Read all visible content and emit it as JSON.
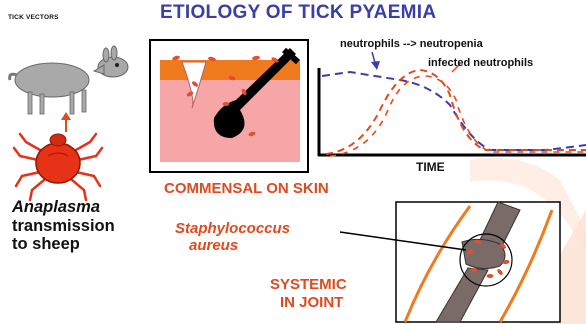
{
  "header": {
    "tick_vectors": "TICK VECTORS",
    "title": "ETIOLOGY OF TICK PYAEMIA"
  },
  "left_caption": {
    "organism": "Anaplasma",
    "line2": "transmission",
    "line3": "to sheep"
  },
  "chart": {
    "series_label_1": "neutrophils --> neutropenia",
    "series_label_2": "infected neutrophils",
    "x_axis_label": "TIME"
  },
  "skin_section": {
    "heading": "COMMENSAL ON SKIN"
  },
  "joint_section": {
    "bacterium_line1": "Staphylococcus",
    "bacterium_line2": "aureus",
    "systemic_line1": "SYSTEMIC",
    "systemic_line2": "IN JOINT"
  },
  "colors": {
    "title_blue": "#3a3fa8",
    "accent_orange": "#e04a1e",
    "skin_pink": "#f6a6a6",
    "epidermis_orange": "#f07a1e",
    "tick_red": "#e83218",
    "series_blue": "#3a3fa8",
    "series_orange": "#e04a1e"
  },
  "icons": {
    "sheep": "sheep-icon",
    "tick": "tick-icon",
    "arrow": "up-arrow-icon"
  }
}
